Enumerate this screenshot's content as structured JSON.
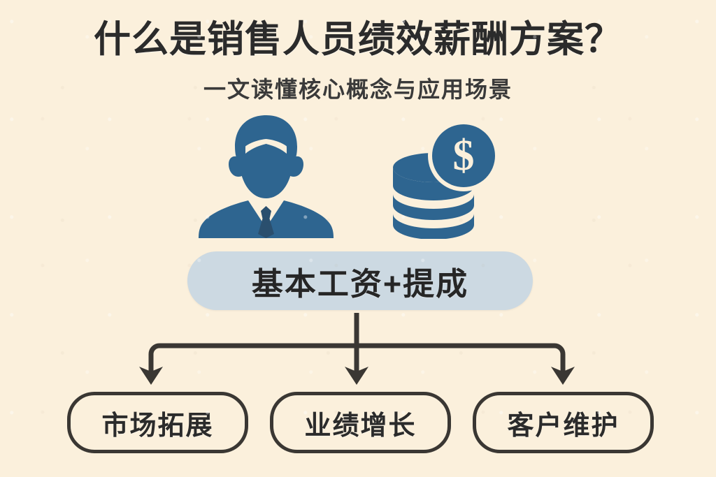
{
  "theme": {
    "background": "#fbf0dc",
    "ink": "#2b2b2b",
    "accent_blue": "#2e6590",
    "pill_fill": "#ccd9e2",
    "line": "#3a3733"
  },
  "header": {
    "title": "什么是销售人员绩效薪酬方案？",
    "subtitle": "一文读懂核心概念与应用场景"
  },
  "icons": {
    "person": "businessman-icon",
    "coins": "coin-stack-dollar-icon",
    "coin_symbol": "$"
  },
  "diagram": {
    "root": {
      "label": "基本工资+提成"
    },
    "branches": [
      {
        "label": "市场拓展"
      },
      {
        "label": "业绩增长"
      },
      {
        "label": "客户维护"
      }
    ]
  }
}
